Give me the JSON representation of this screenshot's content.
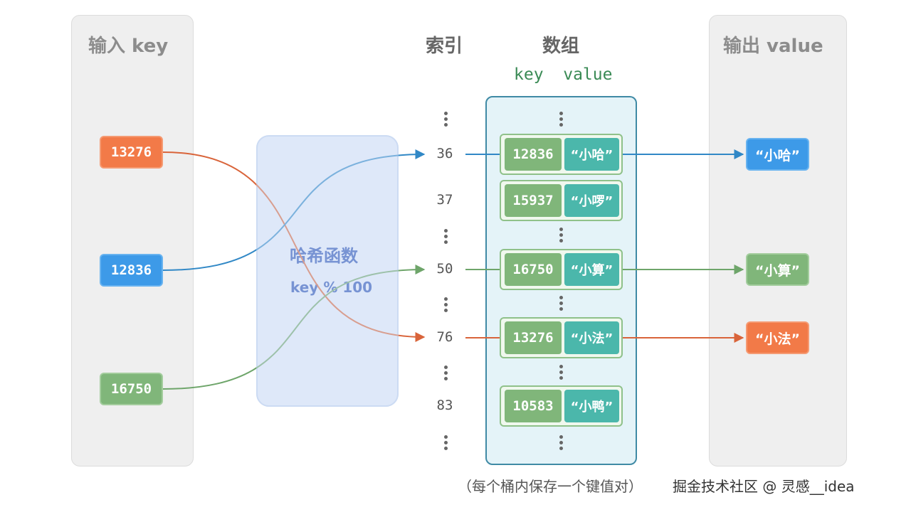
{
  "headings": {
    "input": "输入 key",
    "index": "索引",
    "array": "数组",
    "output": "输出 value",
    "key_value": "key  value"
  },
  "input_keys": [
    "13276",
    "12836",
    "16750"
  ],
  "hash_function": {
    "title": "哈希函数",
    "formula": "key % 100"
  },
  "indices": [
    "36",
    "37",
    "50",
    "76",
    "83"
  ],
  "buckets": [
    {
      "index": "36",
      "key": "12836",
      "value": "“小哈”"
    },
    {
      "index": "37",
      "key": "15937",
      "value": "“小啰”"
    },
    {
      "index": "50",
      "key": "16750",
      "value": "“小算”"
    },
    {
      "index": "76",
      "key": "13276",
      "value": "“小法”"
    },
    {
      "index": "83",
      "key": "10583",
      "value": "“小鸭”"
    }
  ],
  "output_values": [
    "“小哈”",
    "“小算”",
    "“小法”"
  ],
  "caption": "（每个桶内保存一个键值对）",
  "watermark": "掘金技术社区 @ 灵感__idea",
  "colors": {
    "orange": "#f27a48",
    "blue": "#3d9ae8",
    "green": "#80b67a",
    "teal": "#4bb7ab",
    "hash_text": "#2850b4",
    "array_border": "#3f8aa5"
  }
}
